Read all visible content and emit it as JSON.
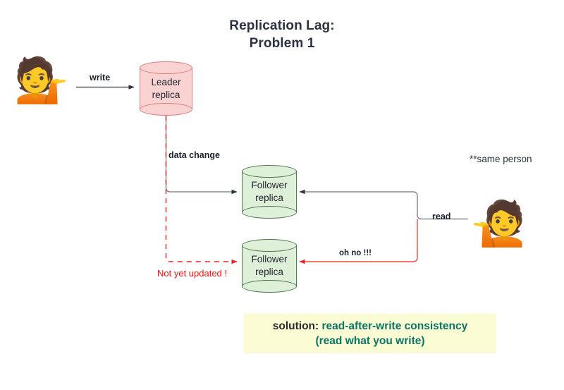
{
  "title": {
    "line1": "Replication Lag:",
    "line2": "Problem 1"
  },
  "nodes": {
    "leader": {
      "label": "Leader\nreplica",
      "fill": "#f9d2d2",
      "stroke": "#dd7d7d"
    },
    "follower_top": {
      "label": "Follower\nreplica",
      "fill": "#dff0d9",
      "stroke": "#4f7a52"
    },
    "follower_bottom": {
      "label": "Follower\nreplica",
      "fill": "#dff0d9",
      "stroke": "#4f7a52"
    },
    "person_writer": {
      "glyph": "💁",
      "name": "person-writer"
    },
    "person_reader": {
      "glyph": "💁",
      "name": "person-reader"
    }
  },
  "edges": {
    "write": {
      "label": "write",
      "color": "#3a4250"
    },
    "data_change": {
      "label": "data change",
      "color": "#3a4250"
    },
    "read": {
      "label": "read",
      "color": "#8a8a8a"
    },
    "oh_no": {
      "label": "oh no !!!",
      "color": "#ee2222"
    },
    "not_updated": {
      "label": "Not yet updated !",
      "color": "#ee1111"
    }
  },
  "notes": {
    "same_person": "**same person"
  },
  "solution": {
    "prefix": "solution: ",
    "term": "read-after-write consistency",
    "line2": "(read what you write)",
    "box_color": "#fbfbd4",
    "term_color": "#0c7463"
  }
}
